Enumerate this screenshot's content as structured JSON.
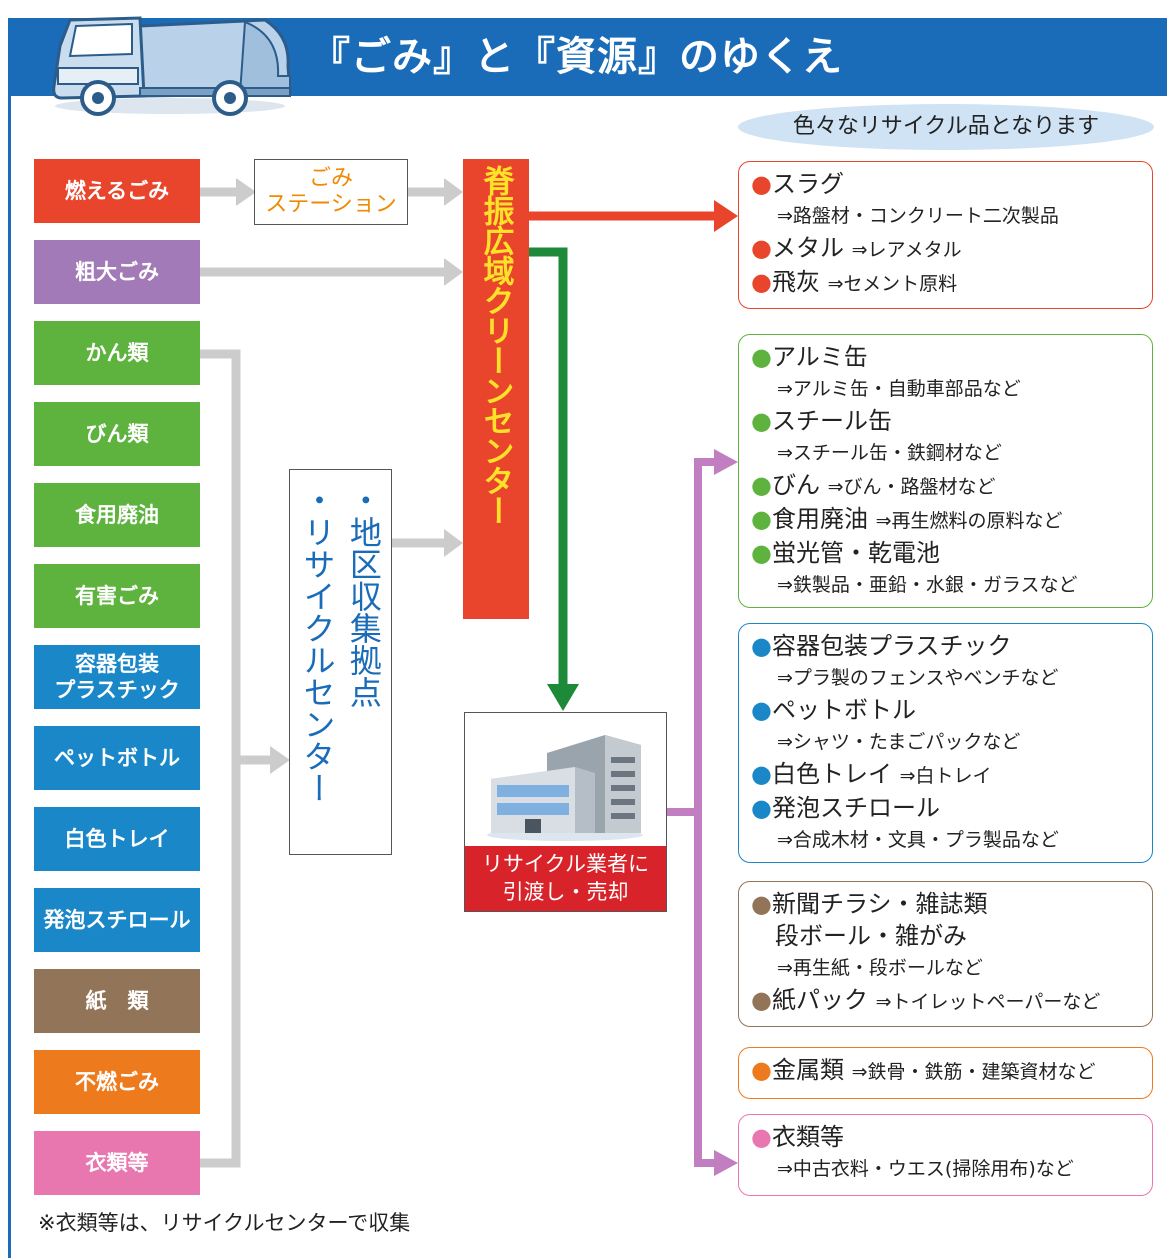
{
  "title": "『ごみ』と『資源』のゆくえ",
  "subtitle_bubble": "色々なリサイクル品となります",
  "colors": {
    "header_blue": "#1a6bb8",
    "burnable": "#e8452c",
    "bulky": "#a27ab8",
    "green": "#5db33d",
    "blue": "#1a87c9",
    "brown": "#927458",
    "orange": "#ee7a1e",
    "pink": "#e877b0",
    "arrow_gray": "#cccccc",
    "arrow_red": "#e8452c",
    "arrow_green": "#1d8a3a",
    "arrow_purple": "#c17ec0"
  },
  "categories": [
    {
      "label": "燃えるごみ",
      "color": "#e8452c"
    },
    {
      "label": "粗大ごみ",
      "color": "#a27ab8"
    },
    {
      "label": "かん類",
      "color": "#5db33d"
    },
    {
      "label": "びん類",
      "color": "#5db33d"
    },
    {
      "label": "食用廃油",
      "color": "#5db33d"
    },
    {
      "label": "有害ごみ",
      "color": "#5db33d"
    },
    {
      "label": "容器包装\nプラスチック",
      "color": "#1a87c9"
    },
    {
      "label": "ペットボトル",
      "color": "#1a87c9"
    },
    {
      "label": "白色トレイ",
      "color": "#1a87c9"
    },
    {
      "label": "発泡スチロール",
      "color": "#1a87c9"
    },
    {
      "label": "紙　類",
      "color": "#927458"
    },
    {
      "label": "不燃ごみ",
      "color": "#ee7a1e"
    },
    {
      "label": "衣類等",
      "color": "#e877b0"
    }
  ],
  "station": {
    "line1": "ごみ",
    "line2": "ステーション"
  },
  "center": "脊振広域クリーンセンター",
  "recycle_points": {
    "line1": "・リサイクルセンター",
    "line2": "・地区収集拠点"
  },
  "company": {
    "line1": "リサイクル業者に",
    "line2": "引渡し・売却",
    "icon": "building-icon"
  },
  "results": [
    {
      "color": "#e8452c",
      "items": [
        {
          "name": "スラグ",
          "sub": "⇒路盤材・コンクリート二次製品"
        },
        {
          "name": "メタル",
          "inline": "⇒レアメタル"
        },
        {
          "name": "飛灰",
          "inline": "⇒セメント原料"
        }
      ]
    },
    {
      "color": "#5db33d",
      "items": [
        {
          "name": "アルミ缶",
          "sub": "⇒アルミ缶・自動車部品など"
        },
        {
          "name": "スチール缶",
          "sub": "⇒スチール缶・鉄鋼材など"
        },
        {
          "name": "びん",
          "inline": "⇒びん・路盤材など"
        },
        {
          "name": "食用廃油",
          "inline": "⇒再生燃料の原料など"
        },
        {
          "name": "蛍光管・乾電池",
          "sub": "⇒鉄製品・亜鉛・水銀・ガラスなど"
        }
      ]
    },
    {
      "color": "#1a87c9",
      "items": [
        {
          "name": "容器包装プラスチック",
          "sub": "⇒プラ製のフェンスやベンチなど"
        },
        {
          "name": "ペットボトル",
          "sub": "⇒シャツ・たまごパックなど"
        },
        {
          "name": "白色トレイ",
          "inline": "⇒白トレイ"
        },
        {
          "name": "発泡スチロール",
          "sub": "⇒合成木材・文具・プラ製品など"
        }
      ]
    },
    {
      "color": "#927458",
      "items": [
        {
          "name": "新聞チラシ・雑誌類",
          "name2": "段ボール・雑がみ",
          "sub": "⇒再生紙・段ボールなど"
        },
        {
          "name": "紙パック",
          "inline": "⇒トイレットペーパーなど"
        }
      ]
    },
    {
      "color": "#ee7a1e",
      "items": [
        {
          "name": "金属類",
          "inline": "⇒鉄骨・鉄筋・建築資材など"
        }
      ]
    },
    {
      "color": "#e877b0",
      "items": [
        {
          "name": "衣類等",
          "sub": "⇒中古衣料・ウエス(掃除用布)など"
        }
      ]
    }
  ],
  "footnote": "※衣類等は、リサイクルセンターで収集"
}
